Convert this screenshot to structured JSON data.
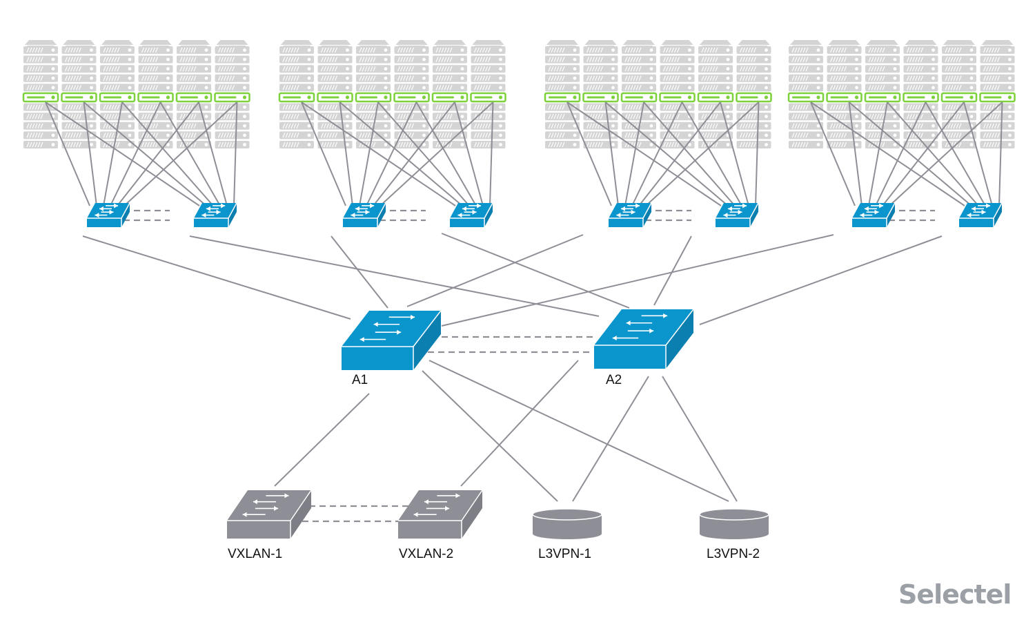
{
  "diagram": {
    "title": "",
    "brand": "Selectel",
    "colors": {
      "switch_blue": "#0a95cc",
      "switch_blue_dark": "#0b7fb0",
      "switch_gray": "#8e8e96",
      "server_gray": "#d4d4d4",
      "server_highlight": "#7dd13a",
      "link": "#8e8e96",
      "text": "#111111",
      "logo": "#9aa0a6"
    },
    "racks": [
      {
        "id": "rack-1",
        "servers_per_column": 10,
        "columns": 6
      },
      {
        "id": "rack-2",
        "servers_per_column": 10,
        "columns": 6
      },
      {
        "id": "rack-3",
        "servers_per_column": 10,
        "columns": 6
      },
      {
        "id": "rack-4",
        "servers_per_column": 10,
        "columns": 6
      }
    ],
    "leaf_switches": [
      {
        "id": "leaf-1a",
        "rack": "rack-1"
      },
      {
        "id": "leaf-1b",
        "rack": "rack-1"
      },
      {
        "id": "leaf-2a",
        "rack": "rack-2"
      },
      {
        "id": "leaf-2b",
        "rack": "rack-2"
      },
      {
        "id": "leaf-3a",
        "rack": "rack-3"
      },
      {
        "id": "leaf-3b",
        "rack": "rack-3"
      },
      {
        "id": "leaf-4a",
        "rack": "rack-4"
      },
      {
        "id": "leaf-4b",
        "rack": "rack-4"
      }
    ],
    "aggregation": [
      {
        "id": "A1",
        "label": "A1"
      },
      {
        "id": "A2",
        "label": "A2"
      }
    ],
    "edge_nodes": [
      {
        "id": "vxlan-1",
        "label": "VXLAN-1",
        "type": "switch"
      },
      {
        "id": "vxlan-2",
        "label": "VXLAN-2",
        "type": "switch"
      },
      {
        "id": "l3vpn-1",
        "label": "L3VPN-1",
        "type": "router"
      },
      {
        "id": "l3vpn-2",
        "label": "L3VPN-2",
        "type": "router"
      }
    ],
    "links": [
      {
        "from": "leaf-1a",
        "to": "A1"
      },
      {
        "from": "leaf-1b",
        "to": "A2"
      },
      {
        "from": "leaf-2a",
        "to": "A1"
      },
      {
        "from": "leaf-2b",
        "to": "A2"
      },
      {
        "from": "leaf-3a",
        "to": "A1"
      },
      {
        "from": "leaf-3b",
        "to": "A2"
      },
      {
        "from": "leaf-4a",
        "to": "A1"
      },
      {
        "from": "leaf-4b",
        "to": "A2"
      },
      {
        "from": "A1",
        "to": "vxlan-1"
      },
      {
        "from": "A2",
        "to": "vxlan-2"
      },
      {
        "from": "A1",
        "to": "l3vpn-1"
      },
      {
        "from": "A1",
        "to": "l3vpn-2"
      },
      {
        "from": "A2",
        "to": "l3vpn-1"
      },
      {
        "from": "A2",
        "to": "l3vpn-2"
      }
    ],
    "peer_links": [
      {
        "from": "leaf-1a",
        "to": "leaf-1b",
        "style": "dashed",
        "count": 2
      },
      {
        "from": "leaf-2a",
        "to": "leaf-2b",
        "style": "dashed",
        "count": 2
      },
      {
        "from": "leaf-3a",
        "to": "leaf-3b",
        "style": "dashed",
        "count": 2
      },
      {
        "from": "leaf-4a",
        "to": "leaf-4b",
        "style": "dashed",
        "count": 2
      },
      {
        "from": "A1",
        "to": "A2",
        "style": "dashed",
        "count": 2
      },
      {
        "from": "vxlan-1",
        "to": "vxlan-2",
        "style": "dashed",
        "count": 2
      }
    ]
  }
}
